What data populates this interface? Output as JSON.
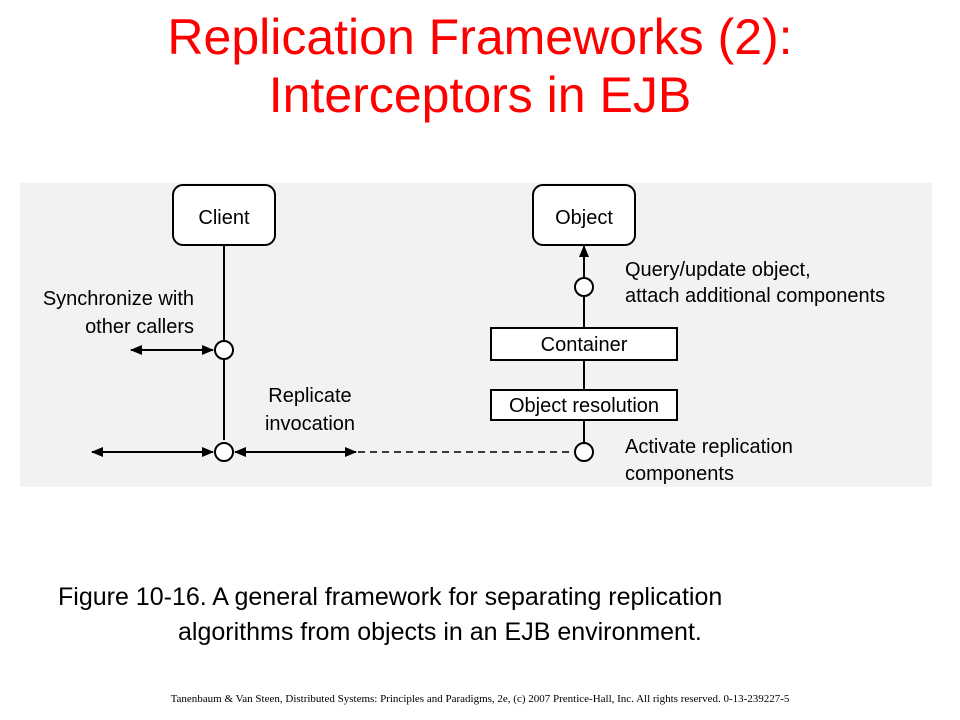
{
  "slide": {
    "title_line1": "Replication Frameworks (2):",
    "title_line2": "Interceptors in EJB",
    "caption_line1": "Figure 10-16. A general framework for separating replication",
    "caption_line2": "algorithms from objects in an EJB environment.",
    "footer": "Tanenbaum & Van Steen, Distributed Systems: Principles and Paradigms, 2e, (c) 2007 Prentice-Hall, Inc. All rights reserved. 0-13-239227-5"
  },
  "diagram": {
    "client_label": "Client",
    "object_label": "Object",
    "container_label": "Container",
    "object_resolution_label": "Object resolution",
    "sync_label_line1": "Synchronize with",
    "sync_label_line2": "other callers",
    "replicate_label_line1": "Replicate",
    "replicate_label_line2": "invocation",
    "query_label_line1": "Query/update object,",
    "query_label_line2": "attach additional components",
    "activate_label_line1": "Activate replication",
    "activate_label_line2": "components"
  },
  "colors": {
    "title": "#ff0000",
    "panel": "#f2f2f2",
    "ink": "#000000"
  }
}
